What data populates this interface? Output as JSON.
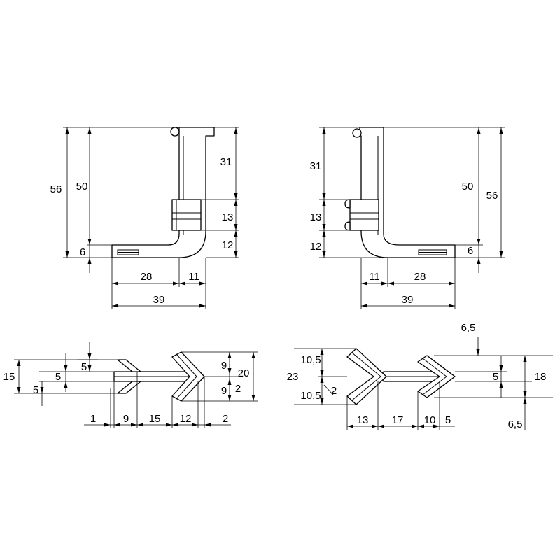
{
  "views": {
    "view_1": {
      "d56": "56",
      "d50": "50",
      "d31": "31",
      "d13": "13",
      "d12": "12",
      "d6": "6",
      "d28": "28",
      "d11": "11",
      "d39": "39"
    },
    "view_2": {
      "d56": "56",
      "d50": "50",
      "d31": "31",
      "d13": "13",
      "d12": "12",
      "d6": "6",
      "d28": "28",
      "d11": "11",
      "d39": "39"
    },
    "view_3": {
      "d15": "15",
      "d5a": "5",
      "d5b": "5",
      "d5c": "5",
      "d9a": "9",
      "d9b": "9",
      "d20": "20",
      "d2a": "2",
      "d1": "1",
      "d9": "9",
      "d15b": "15",
      "d12": "12",
      "d2b": "2"
    },
    "view_4": {
      "d23": "23",
      "d10a": "10,5",
      "d10b": "10,5",
      "d2": "2",
      "d65a": "6,5",
      "d5": "5",
      "d18": "18",
      "d65b": "6,5",
      "d13": "13",
      "d17": "17",
      "d10": "10",
      "d5b": "5"
    }
  }
}
